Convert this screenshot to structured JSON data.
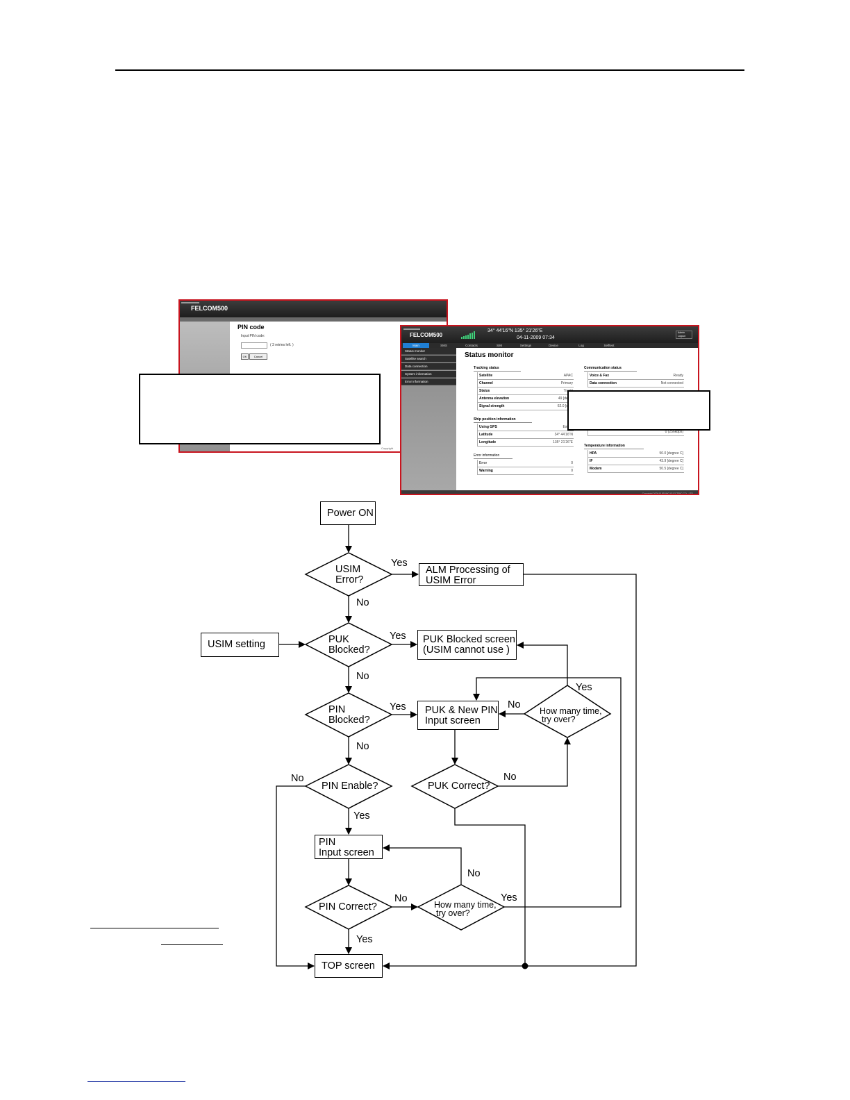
{
  "screenshot_pin": {
    "brand": "FELCOM500",
    "title": "PIN code",
    "input_label": "Input PIN code:",
    "retries": "( 3 retries left. )",
    "ok_button": "OK",
    "cancel_button": "Cancel",
    "footer": "Copyright"
  },
  "screenshot_status": {
    "brand": "FELCOM500",
    "position": "34° 44'16\"N    135° 21'26\"E",
    "datetime": "04-11-2009 07:34",
    "admin": "Admin Logout",
    "tabs": [
      "Main",
      "SMS",
      "Contacts",
      "SIM",
      "Settings",
      "Device",
      "Log",
      "Selftest"
    ],
    "sidebar": [
      "Status monitor",
      "Satellite search",
      "Data connection",
      "System information",
      "Error information"
    ],
    "title": "Status monitor",
    "tracking": {
      "heading": "Tracking status",
      "rows": [
        {
          "k": "Satellite",
          "v": "APAC"
        },
        {
          "k": "Channel",
          "v": "Primary"
        },
        {
          "k": "Status",
          "v": "Tracki"
        },
        {
          "k": "Antenna elevation",
          "v": "49 [degre"
        },
        {
          "k": "Signal strength",
          "v": "62.0 [dBH"
        }
      ]
    },
    "ship": {
      "heading": "Ship position information",
      "rows": [
        {
          "k": "Using GPS",
          "v": "Extern"
        },
        {
          "k": "Latitude",
          "v": "34° 44'16\"N"
        },
        {
          "k": "Longitude",
          "v": "135° 21'26\"E"
        }
      ]
    },
    "error": {
      "heading": "Error information",
      "rows": [
        {
          "k": "Error",
          "v": "0"
        },
        {
          "k": "Warning",
          "v": "0"
        }
      ]
    },
    "comm": {
      "heading": "Communication status",
      "rows": [
        {
          "k": "Voice & Fax",
          "v": "Ready"
        },
        {
          "k": "Data connection",
          "v": "Not connected"
        }
      ],
      "partial": "0 (256kbps)"
    },
    "temp": {
      "heading": "Temperature information",
      "rows": [
        {
          "k": "HPA",
          "v": "50.0 [degree C]"
        },
        {
          "k": "IF",
          "v": "43.9 [degree C]"
        },
        {
          "k": "Modem",
          "v": "50.5 [degree C]"
        }
      ]
    },
    "copyright": "Copyright 2009 FURUNO ELECTRIC CO., LTD."
  },
  "flowchart": {
    "power_on": "Power ON",
    "usim_error_q": [
      "USIM",
      "Error?"
    ],
    "alm": [
      "ALM Processing of",
      "USIM Error"
    ],
    "usim_setting": "USIM setting",
    "puk_blocked_q": [
      "PUK",
      "Blocked?"
    ],
    "puk_screen": [
      "PUK Blocked screen",
      "(USIM cannot use )"
    ],
    "pin_blocked_q": [
      "PIN",
      "Blocked?"
    ],
    "puk_new_pin": [
      "PUK & New PIN",
      "Input screen"
    ],
    "how_many_1": [
      "How many time,",
      "try over?"
    ],
    "pin_enable_q": "PIN Enable?",
    "puk_correct_q": "PUK Correct?",
    "pin_input": [
      "PIN",
      "Input screen"
    ],
    "pin_correct_q": "PIN Correct?",
    "how_many_2": [
      "How many time,",
      "try over?"
    ],
    "top_screen": "TOP screen",
    "yes": "Yes",
    "no": "No"
  }
}
